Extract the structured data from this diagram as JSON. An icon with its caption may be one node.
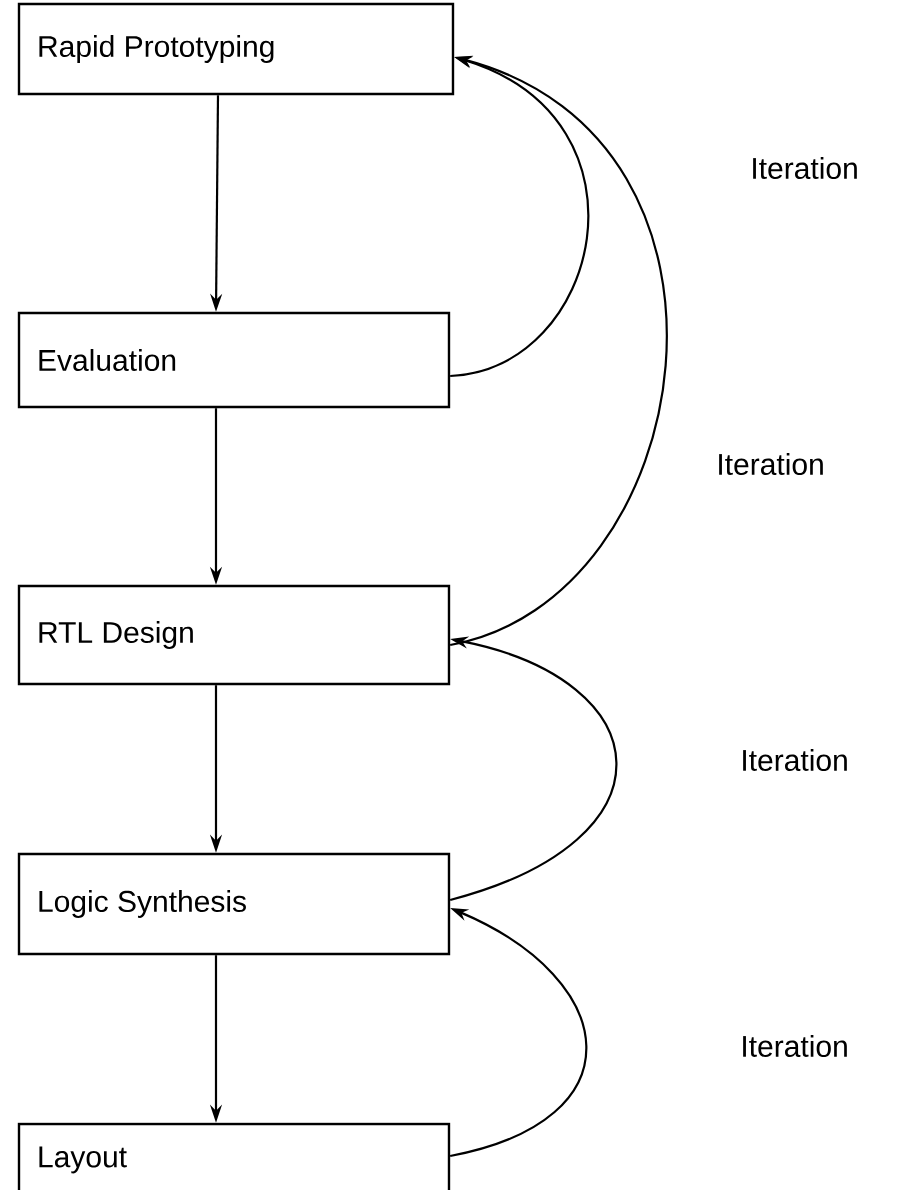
{
  "diagram": {
    "nodes": [
      {
        "text": [
          "Rapid Prototyping"
        ]
      },
      {
        "text": [
          "Evaluation"
        ]
      },
      {
        "text": [
          "RTL Design"
        ]
      },
      {
        "text": [
          "Logic Synthesis"
        ]
      },
      {
        "text": [
          "Layout"
        ]
      }
    ],
    "edges": [
      {
        "from": 0,
        "to": 1,
        "arrow": "to"
      },
      {
        "from": 1,
        "to": 2,
        "arrow": "to"
      },
      {
        "from": 2,
        "to": 3,
        "arrow": "to"
      },
      {
        "from": 3,
        "to": 4,
        "arrow": "to"
      },
      {
        "from": 1,
        "to": 0,
        "arrow": "to"
      },
      {
        "from": 2,
        "to": 0,
        "arrow": "to"
      },
      {
        "from": 3,
        "to": 2,
        "arrow": "to"
      },
      {
        "from": 4,
        "to": 3,
        "arrow": "to"
      }
    ],
    "labels": [
      "Iteration",
      "Iteration",
      "Iteration",
      "Iteration"
    ]
  }
}
